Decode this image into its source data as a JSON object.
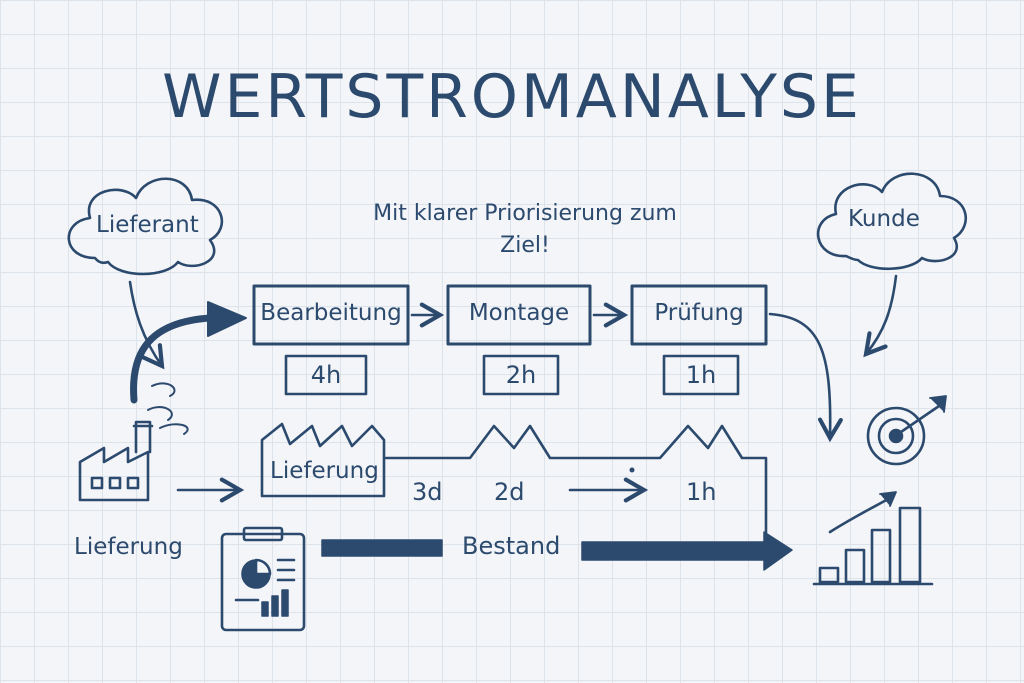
{
  "title": "WERTSTROMANALYSE",
  "subtitle": "Mit klarer Priorisierung zum Ziel!",
  "supplier": {
    "label": "Lieferant"
  },
  "customer": {
    "label": "Kunde"
  },
  "factory": {
    "label": "Lieferung"
  },
  "processes": [
    {
      "label": "Bearbeitung",
      "time": "4h"
    },
    {
      "label": "Montage",
      "time": "2h"
    },
    {
      "label": "Prüfung",
      "time": "1h"
    }
  ],
  "delivery": {
    "label": "Lieferung",
    "durations": [
      "3d",
      "2d",
      "1h"
    ]
  },
  "inventory": {
    "label": "Bestand"
  },
  "colors": {
    "ink": "#2c4a6e",
    "background": "#f3f5f8",
    "grid": "#dde3ea"
  }
}
